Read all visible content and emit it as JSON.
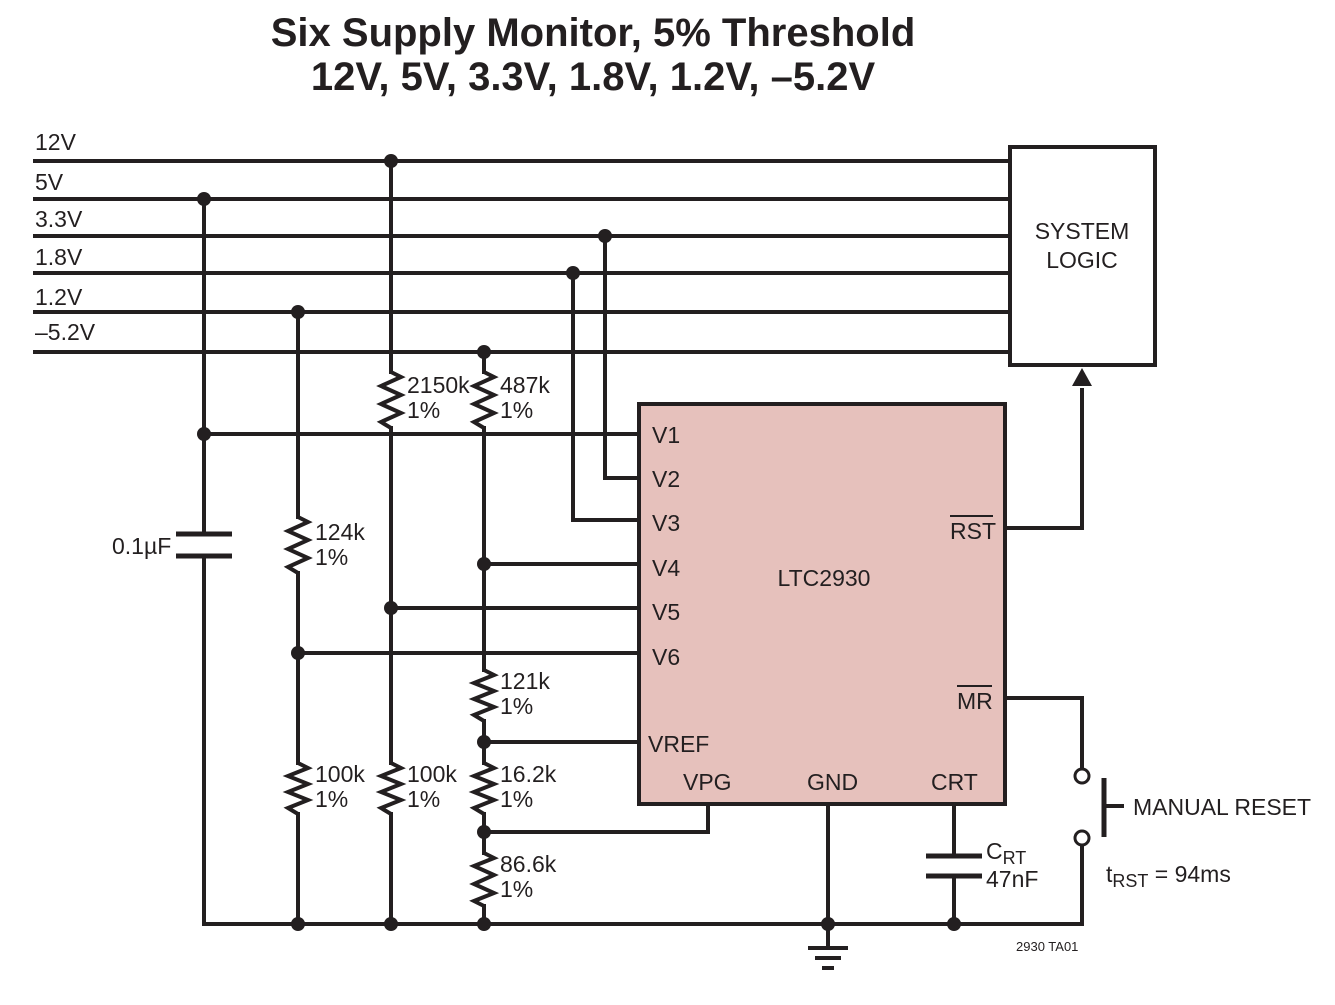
{
  "title": {
    "line1": "Six Supply Monitor, 5% Threshold",
    "line2": "12V, 5V, 3.3V, 1.8V, 1.2V, –5.2V"
  },
  "rails": {
    "r12": "12V",
    "r5": "5V",
    "r33": "3.3V",
    "r18": "1.8V",
    "r12b": "1.2V",
    "rneg": "–5.2V"
  },
  "system_logic": {
    "line1": "SYSTEM",
    "line2": "LOGIC"
  },
  "ic": {
    "name": "LTC2930",
    "fill": "#e6c1bc",
    "pins": {
      "v1": "V1",
      "v2": "V2",
      "v3": "V3",
      "v4": "V4",
      "v5": "V5",
      "v6": "V6",
      "vref": "VREF",
      "vpg": "VPG",
      "gnd": "GND",
      "crt": "CRT",
      "rst": "RST",
      "mr": "MR"
    }
  },
  "components": {
    "cap": "0.1µF",
    "r2150k": "2150k",
    "r487k": "487k",
    "r124k": "124k",
    "r100k_a": "100k",
    "r100k_b": "100k",
    "r121k": "121k",
    "r16_2k": "16.2k",
    "r86_6k": "86.6k",
    "tol": "1%",
    "crt_c": "C",
    "crt_sub": "RT",
    "crt_val": "47nF"
  },
  "manual_reset": "MANUAL RESET",
  "trst": {
    "t": "t",
    "sub": "RST",
    "rest": " = 94ms"
  },
  "figure_id": "2930 TA01"
}
